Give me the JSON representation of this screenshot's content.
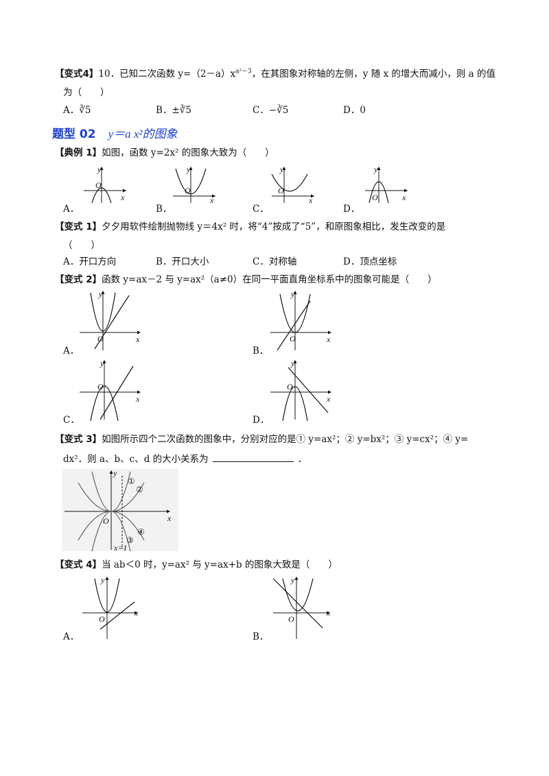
{
  "q1": {
    "tag": "【变式4】",
    "line1": "10．已知二次函数 y=（2－a）x",
    "exp": "a²－3",
    "line1b": "，在其图象对称轴的左侧，y 随 x 的增大而减小，则 a 的值",
    "line2": "为（　　）",
    "options": [
      "A．∛5",
      "B．±∛5",
      "C．−∛5",
      "D．0"
    ]
  },
  "section": {
    "title": "题型 02",
    "fx": "y＝a x²的图象"
  },
  "q2": {
    "tag": "【典例 1】",
    "text": "如图，函数 y=2x² 的图象大致为（　　）",
    "labels": [
      "A．",
      "B．",
      "C．",
      "D．"
    ]
  },
  "q3": {
    "tag": "【变式 1】",
    "text": "夕夕用软件绘制抛物线 y＝4x² 时，将“4”按成了“5”，和原图象相比，发生改变的是",
    "line2": "（　　）",
    "options": [
      "A．开口方向",
      "B．开口大小",
      "C．对称轴",
      "D．顶点坐标"
    ]
  },
  "q4": {
    "tag": "【变式 2】",
    "text": "函数 y=ax－2 与 y=ax²（a≠0）在同一平面直角坐标系中的图象可能是（　　）",
    "labels": [
      "A．",
      "B．",
      "C．",
      "D．"
    ]
  },
  "q5": {
    "tag": "【变式 3】",
    "text": "如图所示四个二次函数的图象中，分别对应的是① y=ax²；② y=bx²；③ y=cx²；④ y=",
    "line2a": "dx²．则 a、b、c、d 的大小关系为",
    "line2b": "．",
    "marks": [
      "①",
      "②",
      "③",
      "④"
    ],
    "xeq": "x=1"
  },
  "q6": {
    "tag": "【变式 4】",
    "text": "当 ab＜0 时，y=ax² 与 y=ax+b 的图象大致是（　　）",
    "labels": [
      "A．",
      "B．"
    ]
  },
  "axis": {
    "x": "x",
    "y": "y",
    "o": "O"
  }
}
